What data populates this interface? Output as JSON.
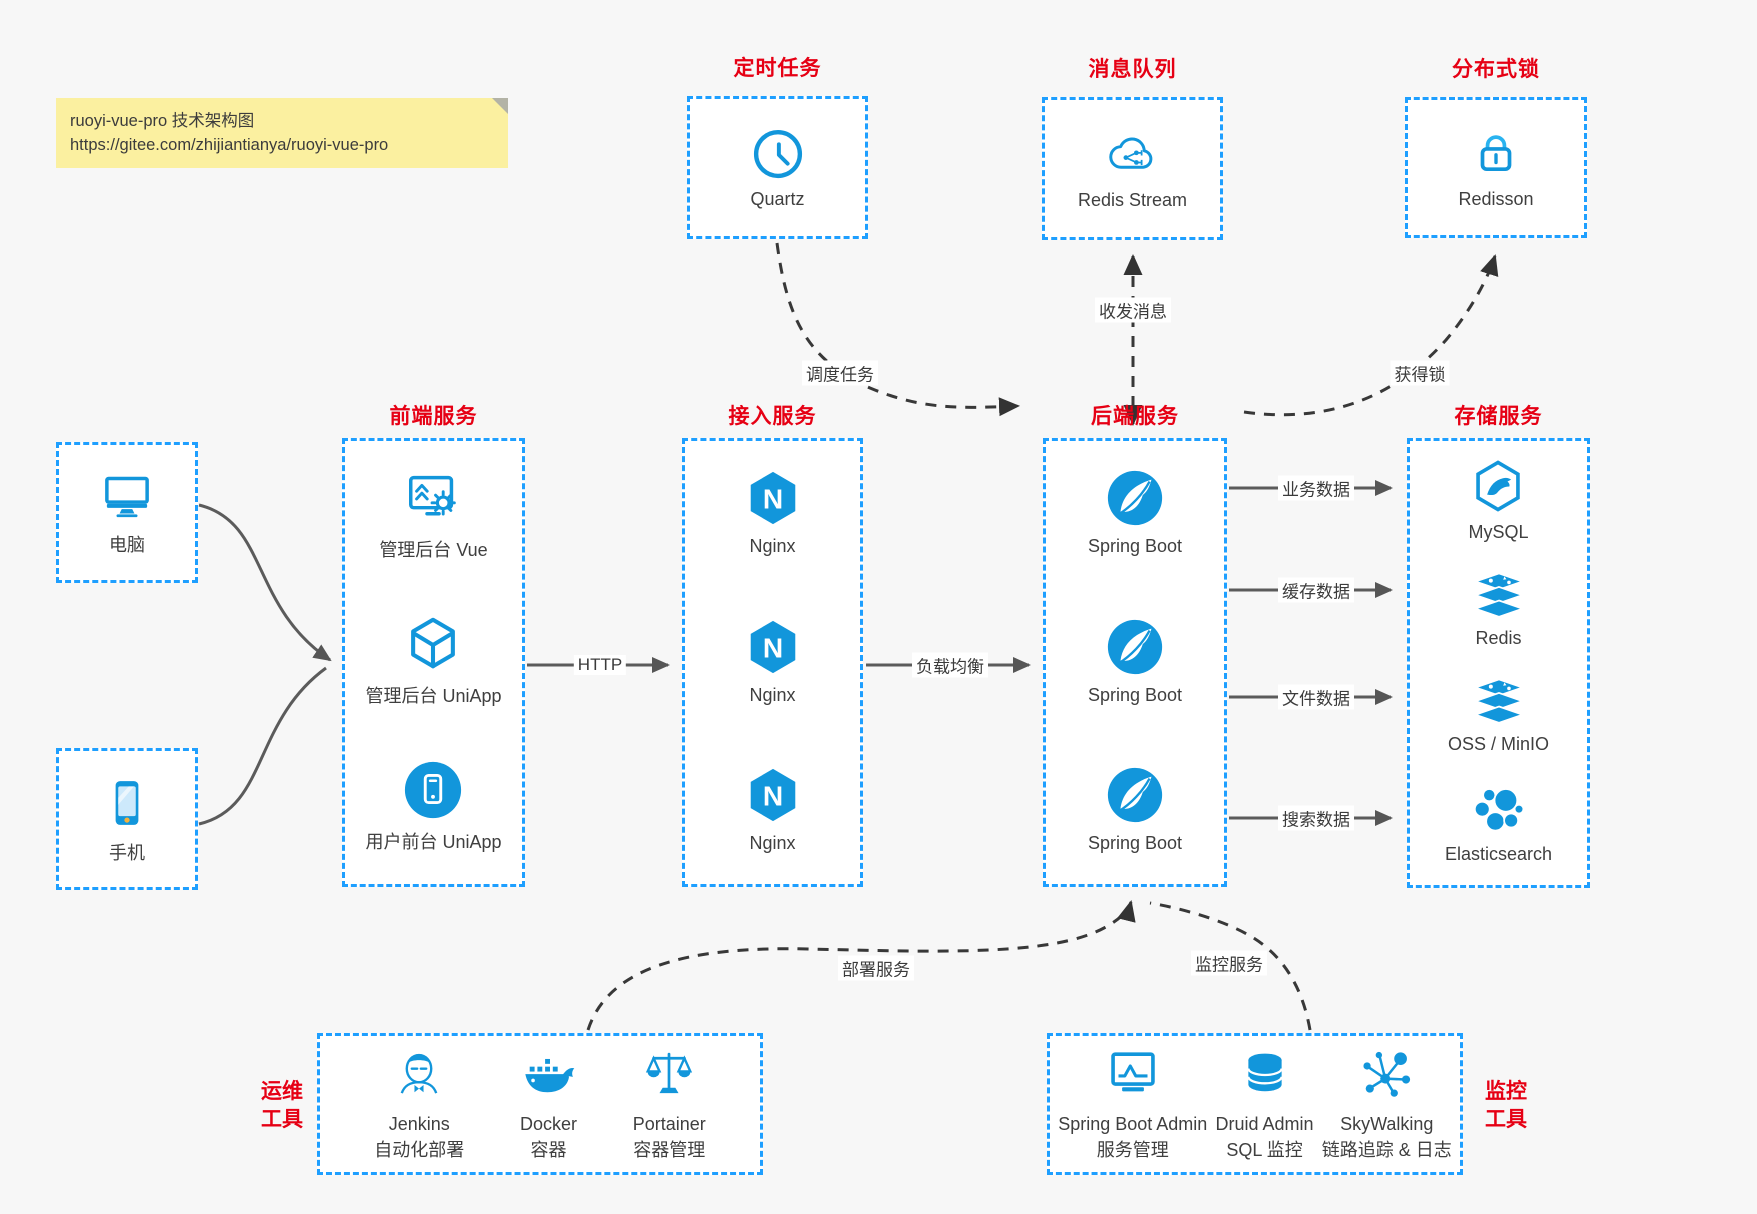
{
  "note": {
    "line1": "ruoyi-vue-pro 技术架构图",
    "line2": "https://gitee.com/zhijiantianya/ruoyi-vue-pro"
  },
  "colors": {
    "accent_blue": "#1296db",
    "dashed_border_blue": "#1e9fff",
    "title_red": "#e60014",
    "text_dark": "#3f3f3f",
    "note_bg": "#fbf0a0"
  },
  "groups": {
    "scheduled": {
      "title": "定时任务",
      "items": [
        {
          "icon": "clock-icon",
          "label": "Quartz"
        }
      ]
    },
    "mq": {
      "title": "消息队列",
      "items": [
        {
          "icon": "cloud-share-icon",
          "label": "Redis Stream"
        }
      ]
    },
    "lock": {
      "title": "分布式锁",
      "items": [
        {
          "icon": "padlock-icon",
          "label": "Redisson"
        }
      ]
    },
    "clients": {
      "items": [
        {
          "icon": "desktop-icon",
          "label": "电脑"
        },
        {
          "icon": "smartphone-icon",
          "label": "手机"
        }
      ]
    },
    "frontend": {
      "title": "前端服务",
      "items": [
        {
          "icon": "admin-screen-gear-icon",
          "label": "管理后台 Vue"
        },
        {
          "icon": "cube-icon",
          "label": "管理后台 UniApp"
        },
        {
          "icon": "circle-phone-icon",
          "label": "用户前台 UniApp"
        }
      ]
    },
    "gateway": {
      "title": "接入服务",
      "items": [
        {
          "icon": "nginx-icon",
          "label": "Nginx"
        },
        {
          "icon": "nginx-icon",
          "label": "Nginx"
        },
        {
          "icon": "nginx-icon",
          "label": "Nginx"
        }
      ]
    },
    "backend": {
      "title": "后端服务",
      "items": [
        {
          "icon": "spring-boot-icon",
          "label": "Spring Boot"
        },
        {
          "icon": "spring-boot-icon",
          "label": "Spring Boot"
        },
        {
          "icon": "spring-boot-icon",
          "label": "Spring Boot"
        }
      ]
    },
    "storage": {
      "title": "存储服务",
      "items": [
        {
          "icon": "mysql-icon",
          "label": "MySQL"
        },
        {
          "icon": "redis-stack-icon",
          "label": "Redis"
        },
        {
          "icon": "redis-stack-icon",
          "label": "OSS / MinIO"
        },
        {
          "icon": "elasticsearch-icon",
          "label": "Elasticsearch"
        }
      ]
    },
    "ops": {
      "side_label": "运维\n工具",
      "items": [
        {
          "icon": "jenkins-icon",
          "label": "Jenkins",
          "sublabel": "自动化部署"
        },
        {
          "icon": "docker-icon",
          "label": "Docker",
          "sublabel": "容器"
        },
        {
          "icon": "portainer-icon",
          "label": "Portainer",
          "sublabel": "容器管理"
        }
      ]
    },
    "monitoring": {
      "side_label": "监控\n工具",
      "items": [
        {
          "icon": "monitor-chart-icon",
          "label": "Spring Boot Admin",
          "sublabel": "服务管理"
        },
        {
          "icon": "database-icon",
          "label": "Druid Admin",
          "sublabel": "SQL 监控"
        },
        {
          "icon": "skywalking-icon",
          "label": "SkyWalking",
          "sublabel": "链路追踪 & 日志"
        }
      ]
    }
  },
  "edge_labels": {
    "http": "HTTP",
    "load_balance": "负载均衡",
    "biz_data": "业务数据",
    "cache_data": "缓存数据",
    "file_data": "文件数据",
    "search_data": "搜索数据",
    "schedule_task": "调度任务",
    "send_receive_msg": "收发消息",
    "acquire_lock": "获得锁",
    "deploy_service": "部署服务",
    "monitor_service": "监控服务"
  }
}
